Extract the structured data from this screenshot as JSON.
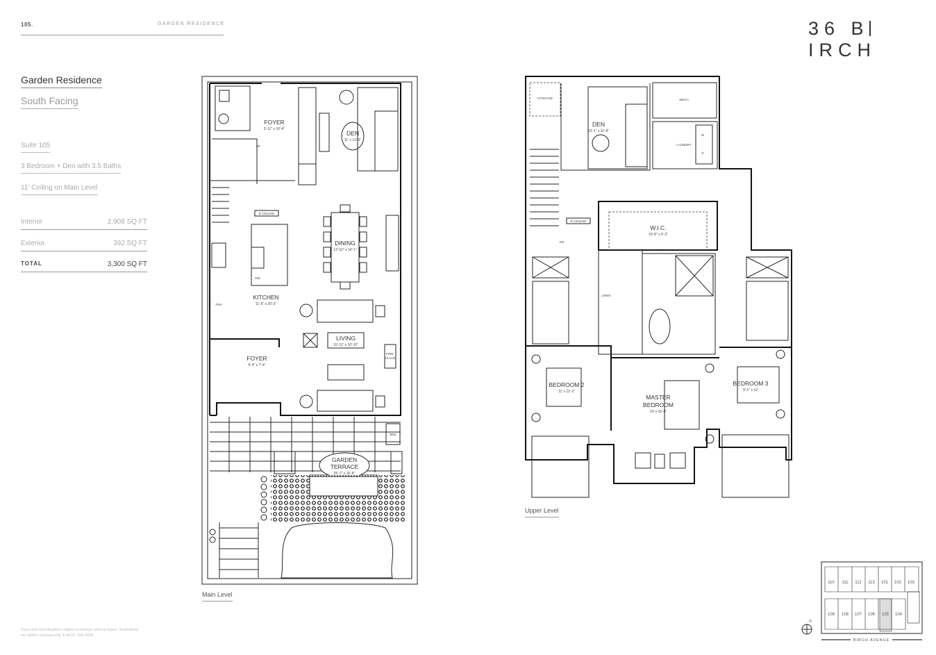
{
  "header": {
    "page_number": "105.",
    "section": "GARDEN RESIDENCE",
    "logo": "36 BIRCH"
  },
  "info": {
    "title": "Garden Residence",
    "orientation": "South Facing",
    "suite": "Suite 105",
    "layout": "3 Bedroom + Den with 3.5 Baths",
    "ceiling": "11' Ceiling on Main Level",
    "areas": [
      {
        "label": "Interior",
        "value": "2,908 SQ FT"
      },
      {
        "label": "Exterior",
        "value": "392 SQ FT"
      },
      {
        "label": "TOTAL",
        "value": "3,300 SQ FT"
      }
    ]
  },
  "footnote": "Sizes and specifications subject to change without notice. Illustrations are artist's concept only. E.&O.E. Fall 2019",
  "main_level": {
    "caption": "Main Level",
    "rooms": {
      "foyer_top": {
        "name": "FOYER",
        "dims": "5'-11\" x 10'-4\""
      },
      "den": {
        "name": "DEN",
        "dims": "11' x 13'-6\""
      },
      "dining": {
        "name": "DINING",
        "dims": "13'-10\" x 14'-1\""
      },
      "kitchen": {
        "name": "KITCHEN",
        "dims": "11'-6\" x 20'-3\""
      },
      "living": {
        "name": "LIVING",
        "dims": "15'-11\" x 16'-10\""
      },
      "foyer_bottom": {
        "name": "FOYER",
        "dims": "9'-4\" x 7'-4\""
      },
      "terrace_1": "GARDEN",
      "terrace_2": "TERRACE",
      "terrace_dims": "25'-7\" x 16'-8\""
    },
    "notes": {
      "ceiling": "9' CEILING",
      "dw": "DW",
      "pan": "PAN",
      "fire1": "FIRE-",
      "fire2": "PLACE",
      "bbq": "BBQ",
      "up": "UP"
    }
  },
  "upper_level": {
    "caption": "Upper Level",
    "rooms": {
      "den": {
        "name": "DEN",
        "dims": "12'-1\" x 11'-8\""
      },
      "wic": {
        "name": "W.I.C.",
        "dims": "15'-8\" x 6'-3\""
      },
      "bedroom2": {
        "name": "BEDROOM 2",
        "dims": "11' x 11'-2\""
      },
      "master1": "MASTER",
      "master2": "BEDROOM",
      "master_dims": "14' x 15'-6\"",
      "bedroom3": {
        "name": "BEDROOM 3",
        "dims": "9'-1\" x 12'"
      }
    },
    "notes": {
      "storage": "STORAGE",
      "mech": "MECH",
      "laundry": "LAUNDRY",
      "linen": "LINEN",
      "ceiling": "9' CEILING",
      "dn": "DN",
      "w": "W",
      "d": "D"
    }
  },
  "key_plan": {
    "units_top": [
      "110",
      "111",
      "112",
      "113",
      "101",
      "102",
      "103"
    ],
    "units_bottom": [
      "109",
      "108",
      "107",
      "106",
      "105",
      "104"
    ],
    "highlighted": "105",
    "street": "BIRCH AVENUE",
    "north": "N"
  }
}
